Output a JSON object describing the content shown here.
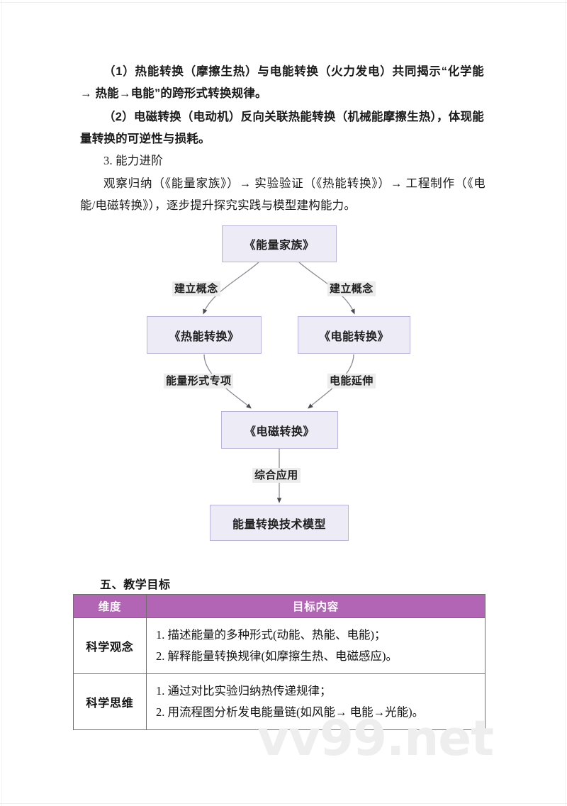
{
  "document": {
    "paragraphs": [
      "（1）热能转换（摩擦生热）与电能转换（火力发电）共同揭示“化学能 → 热能→电能”的跨形式转换规律。",
      "（2）电磁转换（电动机）反向关联热能转换（机械能摩擦生热），体现能量转换的可逆性与损耗。",
      "3. 能力进阶",
      "观察归纳（《能量家族》）→ 实验验证（《热能转换》）→ 工程制作（《电能/电磁转换》），逐步提升探究实践与模型建构能力。"
    ],
    "section_heading": "五、教学目标",
    "watermark": "vv99.net"
  },
  "flowchart": {
    "nodes": [
      {
        "id": "root",
        "label": "《能量家族》"
      },
      {
        "id": "thermal",
        "label": "《热能转换》"
      },
      {
        "id": "electric",
        "label": "《电能转换》"
      },
      {
        "id": "electromagnetic",
        "label": "《电磁转换》"
      },
      {
        "id": "model",
        "label": "能量转换技术模型"
      }
    ],
    "edges": [
      {
        "from": "root",
        "to": "thermal",
        "label": "建立概念"
      },
      {
        "from": "root",
        "to": "electric",
        "label": "建立概念"
      },
      {
        "from": "thermal",
        "to": "electromagnetic",
        "label": "能量形式专项"
      },
      {
        "from": "electric",
        "to": "electromagnetic",
        "label": "电能延伸"
      },
      {
        "from": "electromagnetic",
        "to": "model",
        "label": "综合应用"
      }
    ],
    "colors": {
      "node_fill": "#ecebf6",
      "node_border": "#b9b3dd",
      "edge_line": "#7a7a85",
      "label_bg": "#ececec"
    }
  },
  "table": {
    "header": [
      "维度",
      "目标内容"
    ],
    "rows": [
      {
        "dimension": "科学观念",
        "items": [
          "1. 描述能量的多种形式(动能、热能、电能)；",
          "2. 解释能量转换规律(如摩擦生热、电磁感应)。"
        ]
      },
      {
        "dimension": "科学思维",
        "items": [
          "1. 通过对比实验归纳热传递规律；",
          "2. 用流程图分析发电能量链(如风能→ 电能→光能)。"
        ]
      }
    ],
    "colors": {
      "header_bg": "#b165b4",
      "header_text": "#ffffff",
      "border": "#6e6e6e"
    }
  }
}
